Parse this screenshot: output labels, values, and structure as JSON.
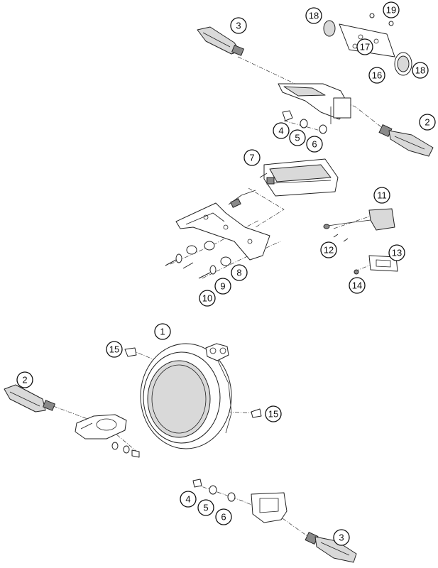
{
  "diagram": {
    "callouts": [
      {
        "id": "c1",
        "label": "1"
      },
      {
        "id": "c2a",
        "label": "2"
      },
      {
        "id": "c2b",
        "label": "2"
      },
      {
        "id": "c3a",
        "label": "3"
      },
      {
        "id": "c3b",
        "label": "3"
      },
      {
        "id": "c4a",
        "label": "4"
      },
      {
        "id": "c4b",
        "label": "4"
      },
      {
        "id": "c5a",
        "label": "5"
      },
      {
        "id": "c5b",
        "label": "5"
      },
      {
        "id": "c6a",
        "label": "6"
      },
      {
        "id": "c6b",
        "label": "6"
      },
      {
        "id": "c7",
        "label": "7"
      },
      {
        "id": "c8",
        "label": "8"
      },
      {
        "id": "c9",
        "label": "9"
      },
      {
        "id": "c10",
        "label": "10"
      },
      {
        "id": "c11",
        "label": "11"
      },
      {
        "id": "c12",
        "label": "12"
      },
      {
        "id": "c13",
        "label": "13"
      },
      {
        "id": "c14",
        "label": "14"
      },
      {
        "id": "c15a",
        "label": "15"
      },
      {
        "id": "c15b",
        "label": "15"
      },
      {
        "id": "c16",
        "label": "16"
      },
      {
        "id": "c17",
        "label": "17"
      },
      {
        "id": "c18a",
        "label": "18"
      },
      {
        "id": "c18b",
        "label": "18"
      },
      {
        "id": "c19",
        "label": "19"
      }
    ]
  }
}
